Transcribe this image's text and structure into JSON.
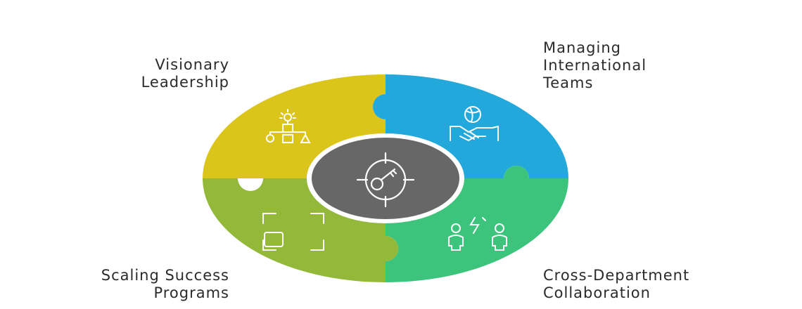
{
  "segments": [
    {
      "id": "visionary",
      "label_lines": [
        "Visionary",
        "Leadership"
      ],
      "color": "#dcc51a",
      "icon": "idea-hierarchy-icon"
    },
    {
      "id": "international",
      "label_lines": [
        "Managing",
        "International",
        "Teams"
      ],
      "color": "#22a8da",
      "icon": "global-handshake-icon"
    },
    {
      "id": "collaboration",
      "label_lines": [
        "Cross-Department",
        "Collaboration"
      ],
      "color": "#3cc47c",
      "icon": "people-collaboration-icon"
    },
    {
      "id": "scaling",
      "label_lines": [
        "Scaling Success",
        "Programs"
      ],
      "color": "#93b83a",
      "icon": "expand-frame-icon"
    }
  ],
  "center": {
    "color": "#676767",
    "icon": "key-target-icon"
  }
}
